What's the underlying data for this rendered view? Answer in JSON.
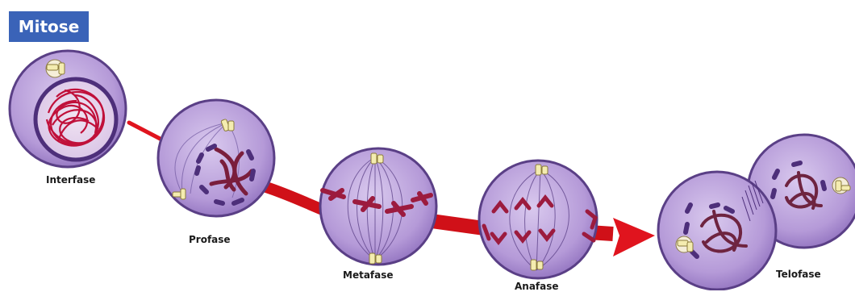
{
  "title": "Mitose",
  "stages": [
    {
      "id": "interfase",
      "label": "Interfase"
    },
    {
      "id": "profase",
      "label": "Profase"
    },
    {
      "id": "metafase",
      "label": "Metafase"
    },
    {
      "id": "anafase",
      "label": "Anafase"
    },
    {
      "id": "telofase",
      "label": "Telofase"
    }
  ],
  "colors": {
    "title_background": "#3a63b8",
    "cell_fill": "#b59ad8",
    "cell_outline": "#5a3f86",
    "chromatin": "#c0103a",
    "chromosome": "#7a1e3c",
    "arrow": "#e0141e",
    "centrosome": "#f4ecb0"
  }
}
